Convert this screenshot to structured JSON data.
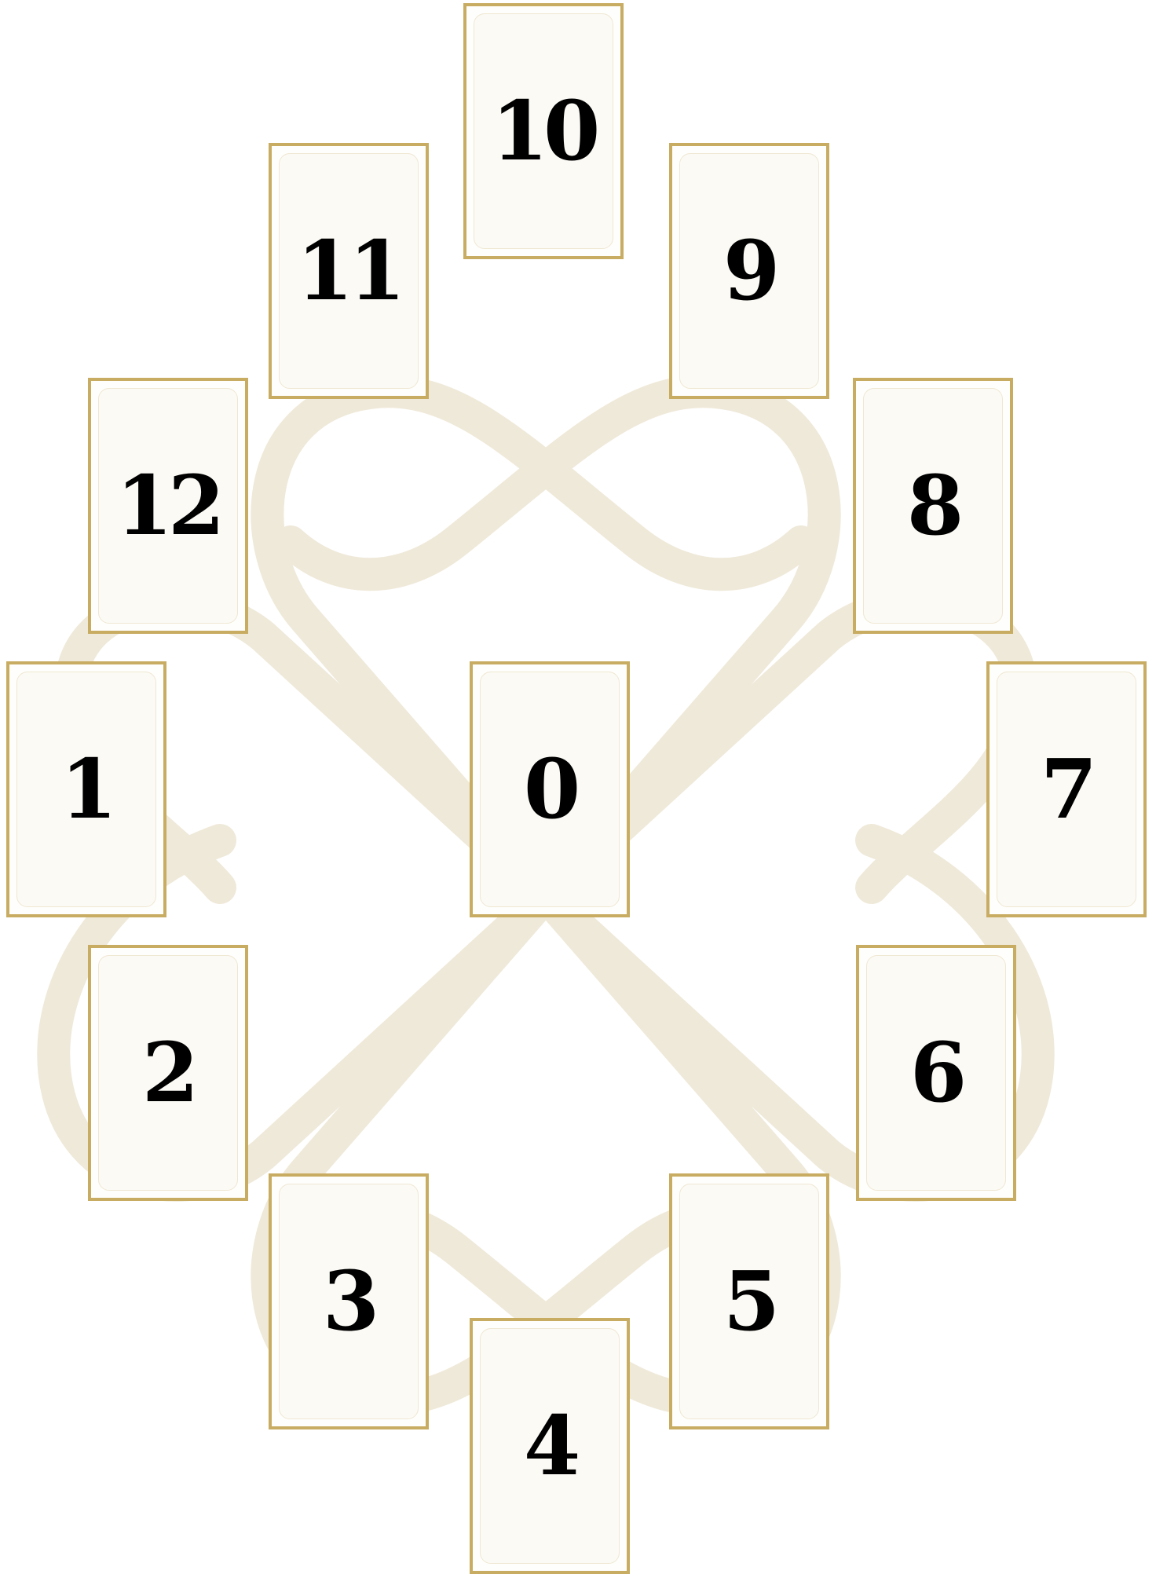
{
  "spread": {
    "cards": [
      {
        "number": "0"
      },
      {
        "number": "1"
      },
      {
        "number": "2"
      },
      {
        "number": "3"
      },
      {
        "number": "4"
      },
      {
        "number": "5"
      },
      {
        "number": "6"
      },
      {
        "number": "7"
      },
      {
        "number": "8"
      },
      {
        "number": "9"
      },
      {
        "number": "10"
      },
      {
        "number": "11"
      },
      {
        "number": "12"
      }
    ]
  },
  "colors": {
    "card_border": "#c8ac62",
    "knot_motif": "#efe9d9",
    "card_face": "#fbfaf5"
  }
}
